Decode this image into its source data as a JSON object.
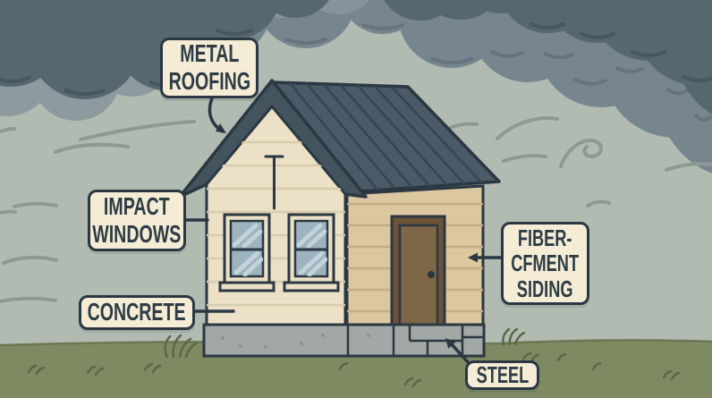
{
  "labels": {
    "metal_roofing": {
      "text": "METAL\nROOFING"
    },
    "impact_windows": {
      "text": "IMPACT\nWINDOWS"
    },
    "concrete": {
      "text": "CONCRETE"
    },
    "fiber_cement": {
      "text": "FIBER-\nCFMENT\nSIDING"
    },
    "steel": {
      "text": "STEEL"
    }
  },
  "colors": {
    "sky": "#b2bbb1",
    "grass": "#7e8a62",
    "grass_line": "#6b7852",
    "grass_mark": "#5a684a",
    "cloud_light": "#8e9aa0",
    "cloud_back": "#87939c",
    "cloud_mid": "#77858e",
    "cloud_dark": "#57676f",
    "cloud_shadow": "#66747e",
    "cloud_shadow_dark": "#47575f",
    "wind": "#8d9a94",
    "outline": "#2b3742",
    "roof": "#4a5a66",
    "roof_band": "#44545e",
    "roof_seam": "#36454f",
    "wall_front": "#ece1c7",
    "siding_front": "#d8cbae",
    "wall_side": "#dcc7a0",
    "siding_side": "#c5ae85",
    "glass": "#9db3bf",
    "glass_streak": "#c2d3da",
    "door_frame": "#6b533a",
    "door": "#7f6647",
    "foundation": "#a2a8a5",
    "foundation_speck": "#8b9290",
    "label_bg": "#f5ecd6",
    "label_text": "#2d3c45"
  }
}
